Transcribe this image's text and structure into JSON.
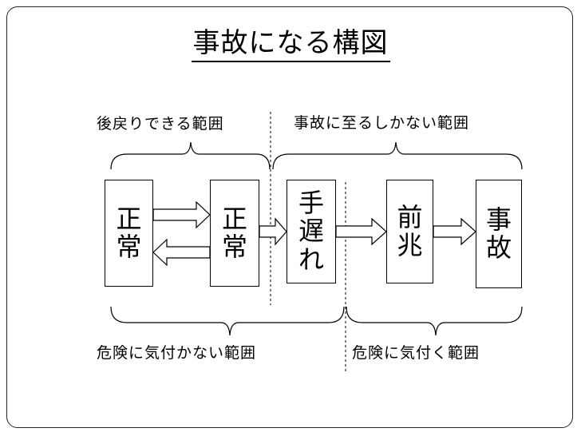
{
  "title": "事故になる構図",
  "ranges": {
    "reversible": "後戻りできる範囲",
    "inevitable": "事故に至るしかない範囲",
    "unaware": "危険に気付かない範囲",
    "aware": "危険に気付く範囲"
  },
  "boxes": {
    "normal_1": "正常",
    "normal_2": "正常",
    "too_late": "手遅れ",
    "omen": "前兆",
    "accident": "事故"
  }
}
